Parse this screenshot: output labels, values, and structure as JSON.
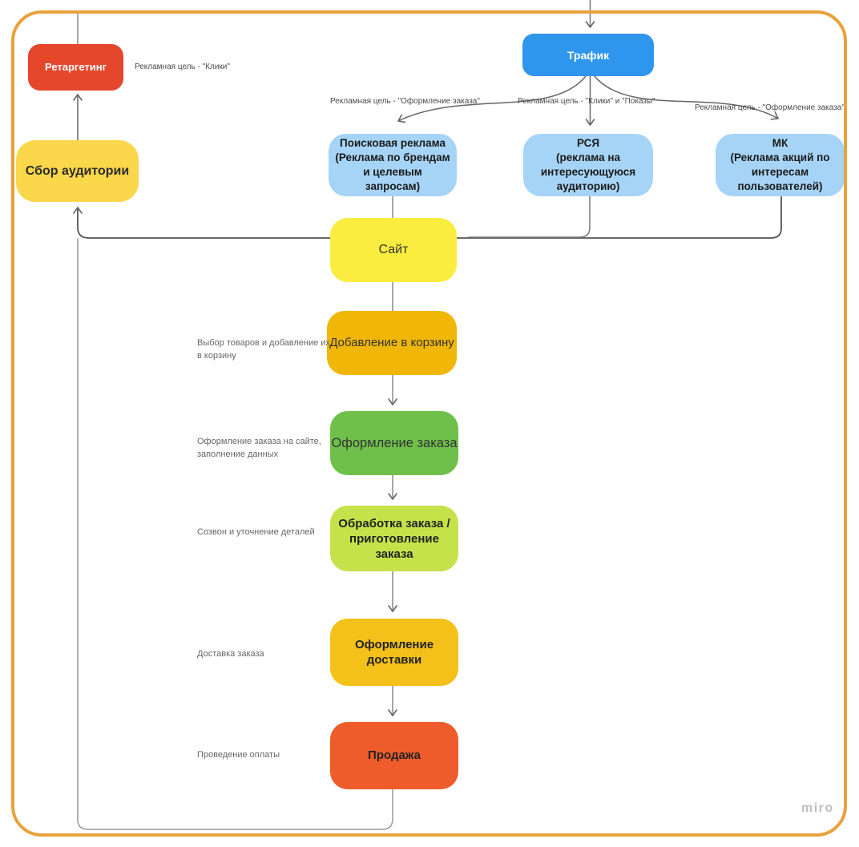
{
  "canvas": {
    "watermark": "miro",
    "border_color": "#E9A23B",
    "background": "#FFFFFF",
    "line_color": "#777777"
  },
  "nodes": {
    "trafik": {
      "label": "Трафик",
      "fill": "#2E96EC",
      "text_color": "#FFFFFF"
    },
    "poisk": {
      "label": "Поисковая реклама\n(Реклама по брендам\nи целевым\nзапросам)",
      "fill": "#A6D4F6",
      "text_color": "#1A1A1A"
    },
    "rsya": {
      "label": "РСЯ\n(реклама на\nинтересующуюся\nаудиторию)",
      "fill": "#A6D4F6",
      "text_color": "#1A1A1A"
    },
    "mk": {
      "label": "МК\n(Реклама акций по\nинтересам\nпользователей)",
      "fill": "#A6D4F6",
      "text_color": "#1A1A1A"
    },
    "retargeting": {
      "label": "Ретаргетинг",
      "fill": "#E5472D",
      "text_color": "#FFFFFF"
    },
    "sbor_auditorii": {
      "label": "Сбор аудитории",
      "fill": "#FBD74B",
      "text_color": "#2B2B2B"
    },
    "sait": {
      "label": "Сайт",
      "fill": "#FAED3F",
      "text_color": "#333333"
    },
    "dobavlenie": {
      "label": "Добавление в корзину",
      "fill": "#F0B608",
      "text_color": "#333333"
    },
    "oformlenie_zakaza": {
      "label": "Оформление заказа",
      "fill": "#6FC04A",
      "text_color": "#333333"
    },
    "obrabotka": {
      "label": "Обработка заказа /\nприготовление\nзаказа",
      "fill": "#C6E24A",
      "text_color": "#222222"
    },
    "dostavka": {
      "label": "Оформление\nдоставки",
      "fill": "#F3C119",
      "text_color": "#222222"
    },
    "prodazha": {
      "label": "Продажа",
      "fill": "#EF5C2B",
      "text_color": "#222222"
    }
  },
  "edge_labels": {
    "retargeting_goal": "Рекламная цель - \"Клики\"",
    "poisk_goal": "Рекламная цель - \"Оформление заказа\"",
    "rsya_goal": "Рекламная цель - \"Клики\" и \"Показы\"",
    "mk_goal": "Рекламная цель - \"Оформление заказа\""
  },
  "annotations": {
    "dobavlenie": "Выбор товаров и добавление их\nв корзину",
    "oformlenie_zakaza": "Оформление заказа на сайте,\nзаполнение данных",
    "obrabotka": "Созвон и уточнение деталей",
    "dostavka": "Доставка заказа",
    "prodazha": "Проведение оплаты"
  }
}
